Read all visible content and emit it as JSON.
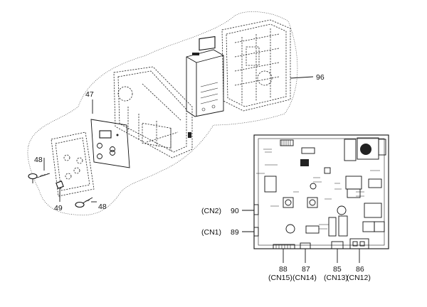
{
  "callouts": {
    "p96": "96",
    "p47": "47",
    "p48a": "48",
    "p49": "49",
    "p48b": "48",
    "p90": "90",
    "p89": "89",
    "cn2": "(CN2)",
    "cn1": "(CN1)",
    "p88": "88",
    "cn15": "(CN15)",
    "p87": "87",
    "cn14": "(CN14)",
    "p85": "85",
    "cn13": "(CN13)",
    "p86": "86",
    "cn12": "(CN12)"
  }
}
